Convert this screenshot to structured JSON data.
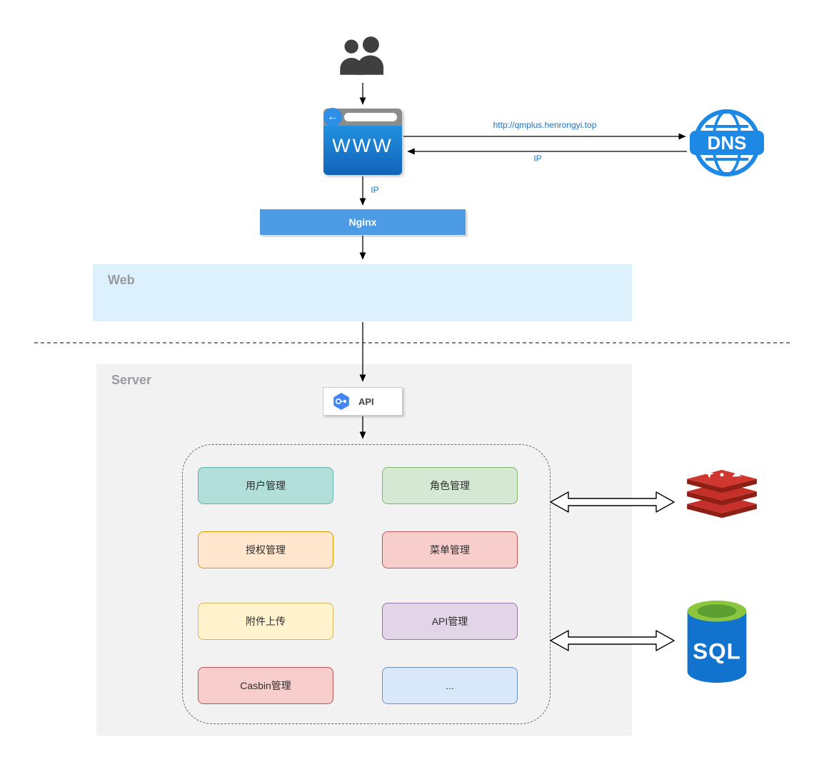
{
  "zones": {
    "web": {
      "label": "Web"
    },
    "server": {
      "label": "Server"
    }
  },
  "nodes": {
    "browser": {
      "label": "WWW",
      "back_icon": "←"
    },
    "dns": {
      "label": "DNS"
    },
    "nginx": {
      "label": "Nginx"
    },
    "api": {
      "label": "API"
    },
    "sql": {
      "label": "SQL"
    }
  },
  "edges": {
    "browser_to_dns": "http://qmplus.henrongyi.top",
    "dns_to_browser": "IP",
    "browser_to_nginx": "IP"
  },
  "modules": [
    {
      "label": "用户管理",
      "fill": "#b3dfdb",
      "border": "#5fb3ab"
    },
    {
      "label": "角色管理",
      "fill": "#d5e8d4",
      "border": "#82b366"
    },
    {
      "label": "授权管理",
      "fill": "#ffe6cc",
      "border": "#d79b00"
    },
    {
      "label": "菜单管理",
      "fill": "#f8cecc",
      "border": "#b85450"
    },
    {
      "label": "附件上传",
      "fill": "#fff2cc",
      "border": "#d6b656"
    },
    {
      "label": "API管理",
      "fill": "#e1d5e7",
      "border": "#9673a6"
    },
    {
      "label": "Casbin管理",
      "fill": "#f8cecc",
      "border": "#b85450"
    },
    {
      "label": "...",
      "fill": "#dae8fc",
      "border": "#6c8ebf"
    }
  ],
  "colors": {
    "nginx_fill": "#4d9be5",
    "web_zone_fill": "#dcf1fb",
    "server_zone_fill": "#f2f2f2",
    "edge_label": "#1a73c9",
    "dns_blue": "#1e88e5",
    "redis_red": "#c6302b",
    "sql_blue": "#1273ce",
    "sql_top_green": "#8cc63f"
  }
}
